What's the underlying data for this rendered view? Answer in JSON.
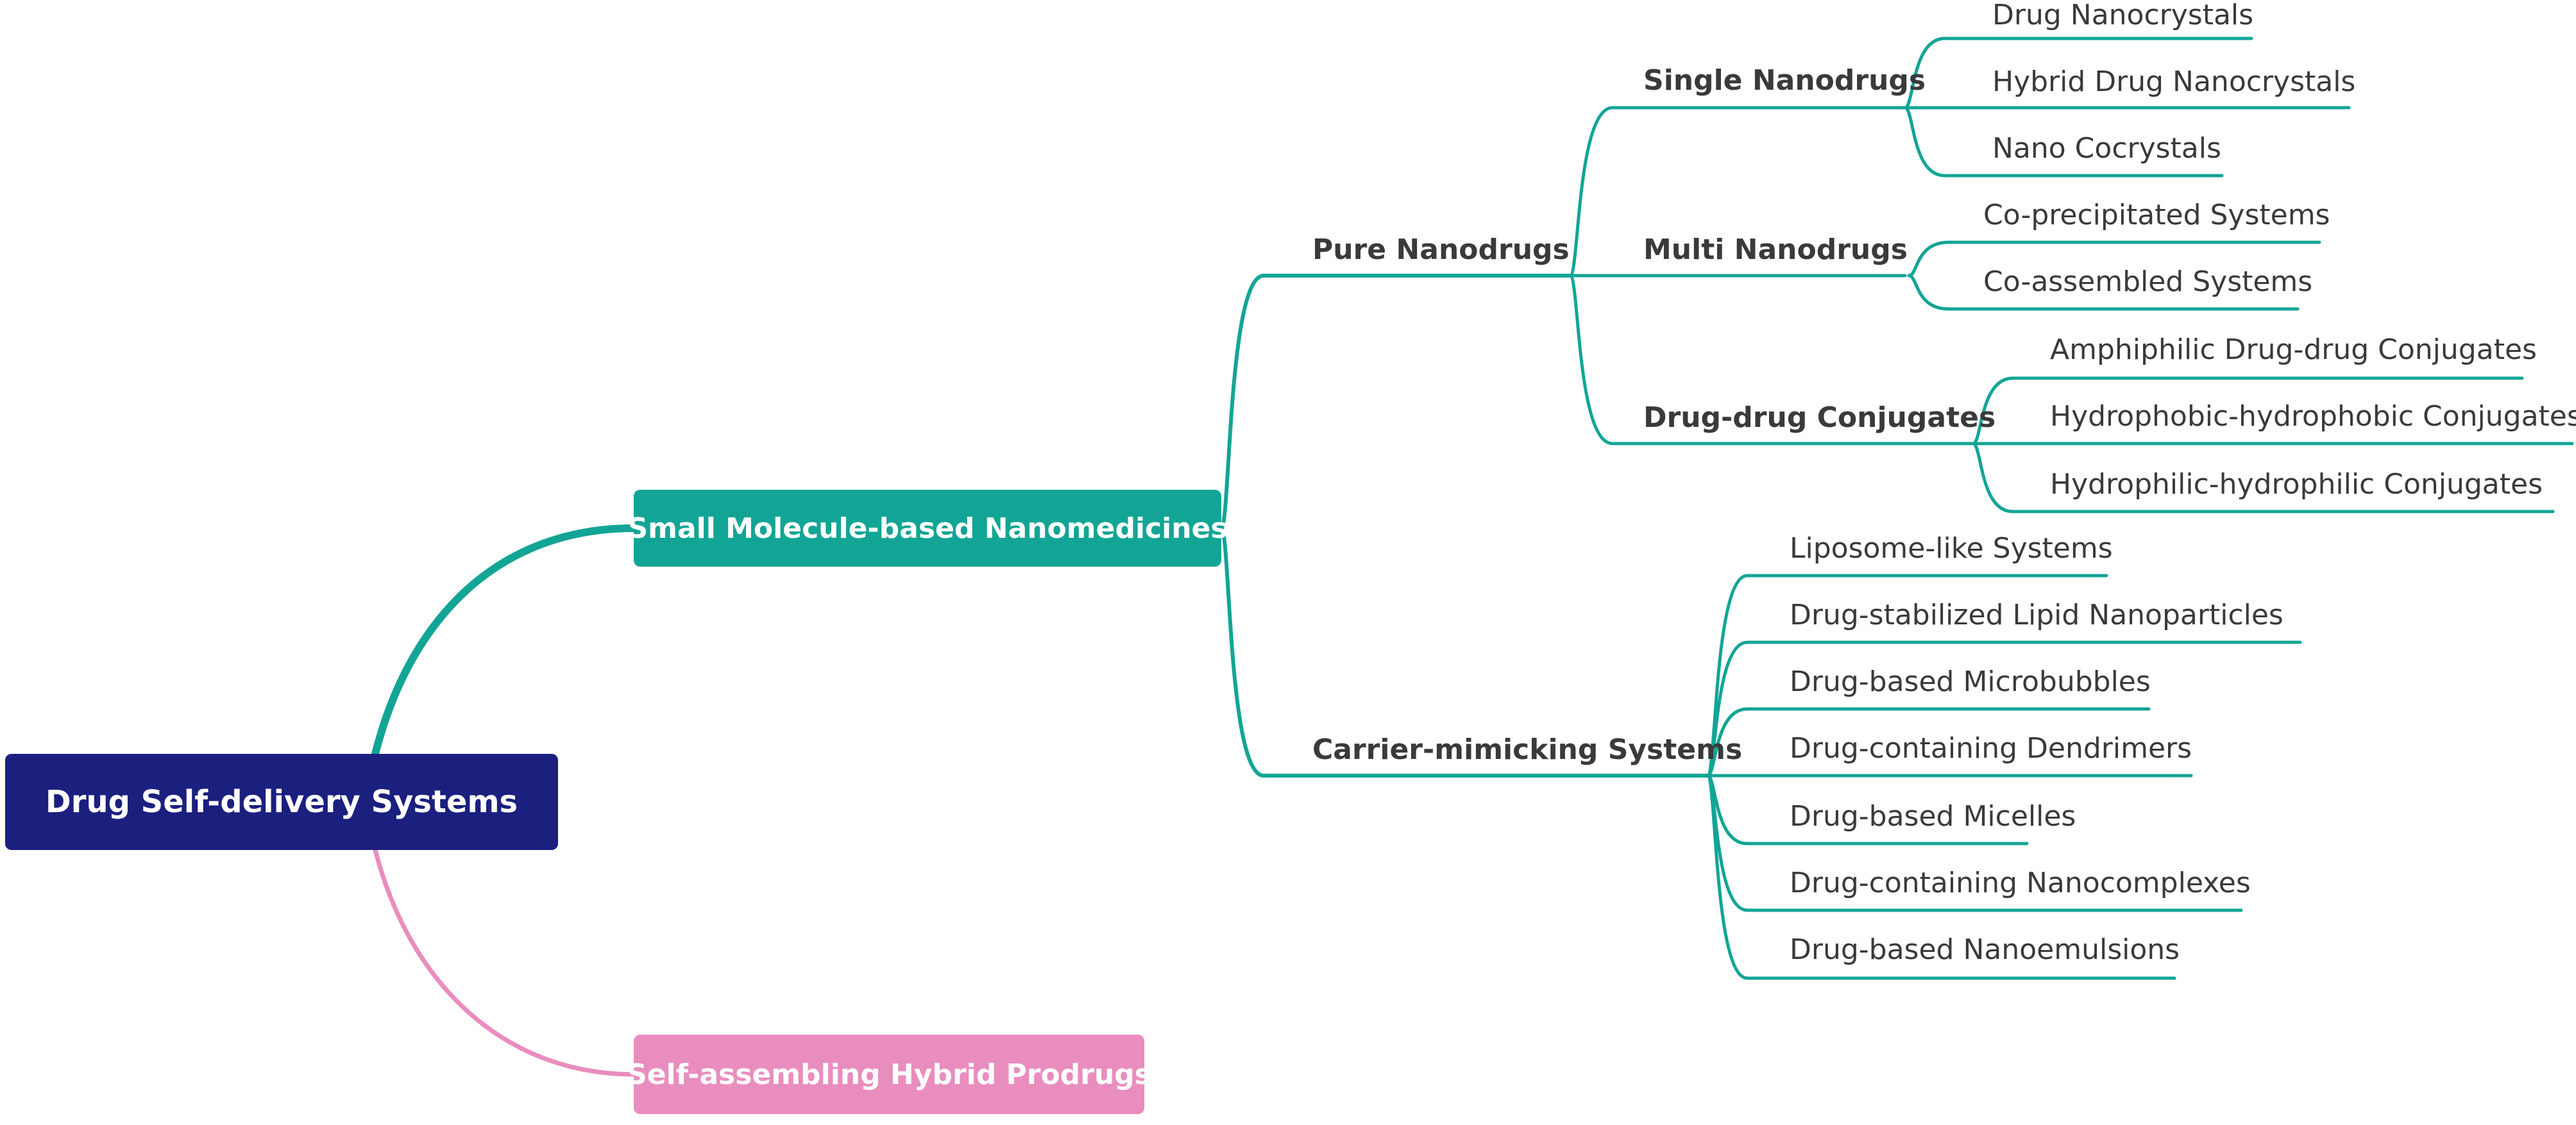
{
  "colors": {
    "root": "#1b1f7e",
    "small_molecule": "#12a595",
    "hybrid_prodrugs": "#e98dbe",
    "text": "#3a3a3a"
  },
  "root": {
    "label": "Drug Self-delivery Systems"
  },
  "small_molecule": {
    "label": "Small Molecule-based Nanomedicines",
    "pure_nanodrugs": {
      "label": "Pure Nanodrugs",
      "single": {
        "label": "Single Nanodrugs",
        "items": [
          "Drug Nanocrystals",
          "Hybrid Drug Nanocrystals",
          "Nano Cocrystals"
        ]
      },
      "multi": {
        "label": "Multi Nanodrugs",
        "items": [
          "Co-precipitated Systems",
          "Co-assembled Systems"
        ]
      },
      "conjugates": {
        "label": "Drug-drug Conjugates",
        "items": [
          "Amphiphilic Drug-drug Conjugates",
          "Hydrophobic-hydrophobic Conjugates",
          "Hydrophilic-hydrophilic Conjugates"
        ]
      }
    },
    "carrier_mimicking": {
      "label": "Carrier-mimicking Systems",
      "items": [
        "Liposome-like Systems",
        "Drug-stabilized Lipid Nanoparticles",
        "Drug-based Microbubbles",
        "Drug-containing Dendrimers",
        "Drug-based Micelles",
        "Drug-containing Nanocomplexes",
        "Drug-based Nanoemulsions"
      ]
    }
  },
  "hybrid_prodrugs": {
    "label": "Self-assembling Hybrid Prodrugs"
  }
}
